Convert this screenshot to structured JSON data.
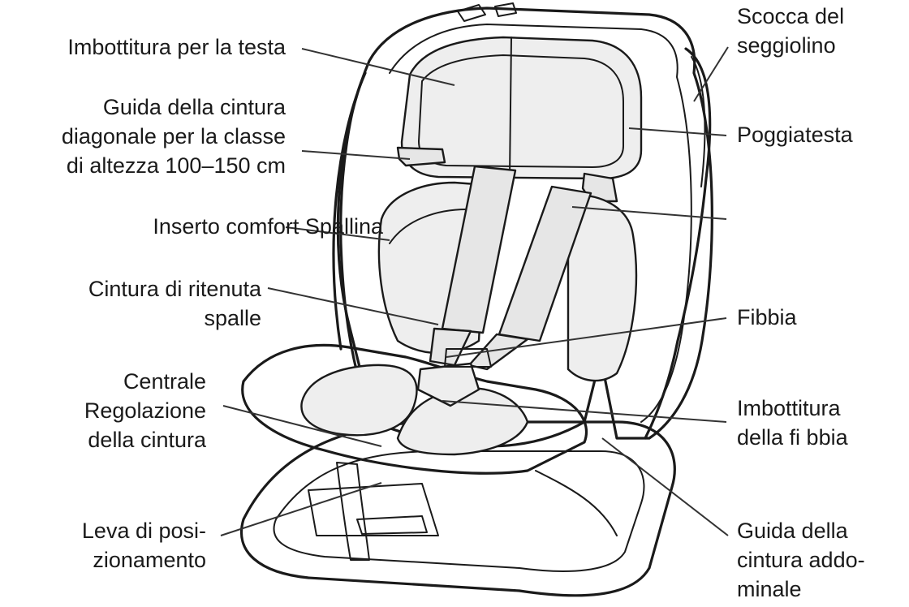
{
  "labels": {
    "head_padding": "Imbottitura per la testa",
    "diagonal_guide": "Guida della cintura\ndiagonale per la classe\ndi altezza 100–150 cm",
    "comfort_insert": "Inserto comfort Spallina",
    "shoulder_belt": "Cintura di ritenuta\nspalle",
    "central_adjust": "Centrale\nRegolazione\ndella cintura",
    "position_lever": "Leva di posi-\nzionamento",
    "seat_shell": "Scocca del\nseggiolino",
    "headrest": "Poggiatesta",
    "buckle": "Fibbia",
    "buckle_padding": "Imbottitura\ndella fi bbia",
    "lap_guide": "Guida della\ncintura addo-\nminale"
  }
}
